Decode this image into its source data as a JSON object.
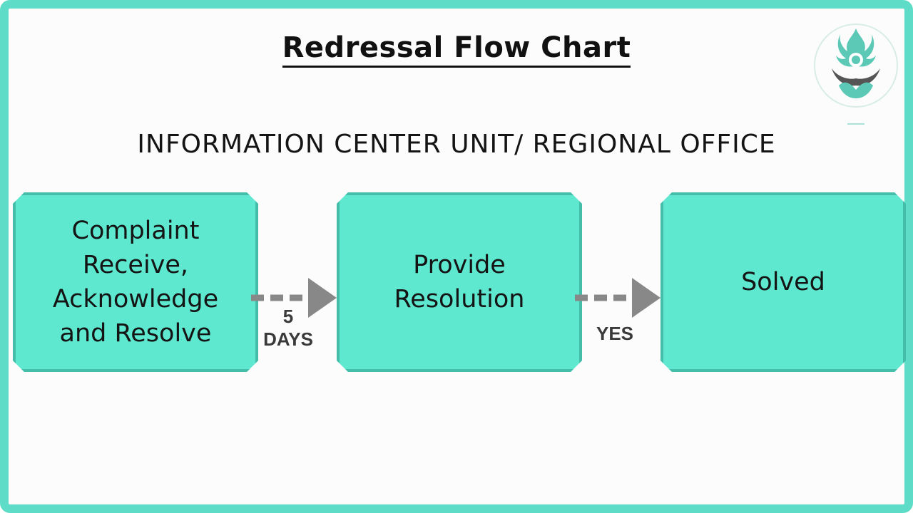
{
  "title": "Redressal Flow Chart",
  "subtitle": "INFORMATION CENTER UNIT/ REGIONAL OFFICE",
  "nodes": [
    {
      "label": "Complaint\nReceive,\nAcknowledge\nand Resolve"
    },
    {
      "label": "Provide\nResolution"
    },
    {
      "label": "Solved"
    }
  ],
  "edges": [
    {
      "from": 0,
      "to": 1,
      "label": "5\nDAYS",
      "style": "dashed"
    },
    {
      "from": 1,
      "to": 2,
      "label": "YES",
      "style": "dashed"
    }
  ],
  "logo": {
    "icon": "lotus-hands-logo-icon"
  },
  "colors": {
    "frame": "#5fdcc8",
    "node_fill": "#5ee8d0",
    "node_border": "#45bea9",
    "arrow": "#888888"
  }
}
